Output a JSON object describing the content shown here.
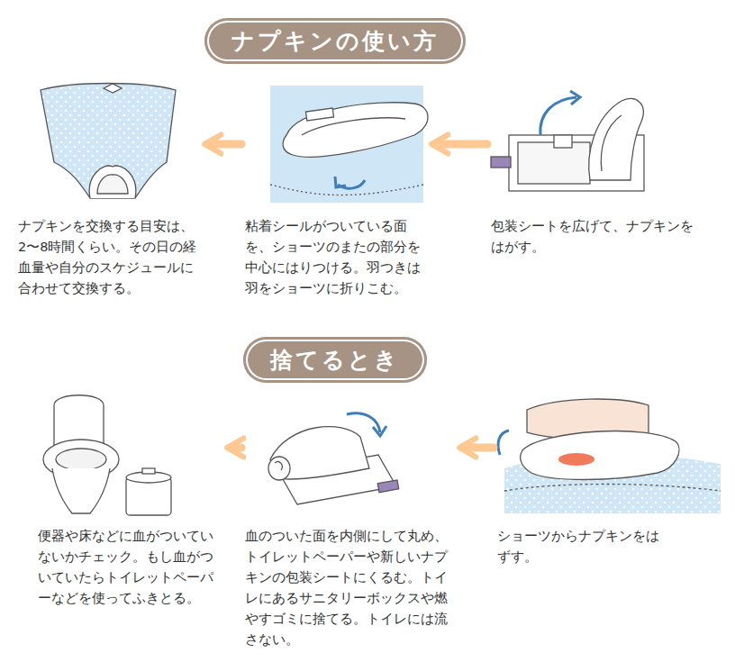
{
  "diagram": {
    "nodes": [
      {
        "text": [
          "ナプキンの使い方"
        ]
      },
      {
        "text": [
          "包装シートを広げて、ナプキンをはがす。"
        ]
      },
      {
        "text": [
          "粘着シールがついている面を、ショーツのまたの部分を中心にはりつける。羽つきは羽をショーツに折りこむ。"
        ]
      },
      {
        "text": [
          "ナプキンを交換する目安は、2〜8時間くらい。その日の経血量や自分のスケジュールに合わせて交換する。"
        ]
      },
      {
        "text": [
          "捨てるとき"
        ]
      },
      {
        "text": [
          "ショーツからナプキンをはずす。"
        ]
      },
      {
        "text": [
          "血のついた面を内側にして丸め、トイレットペーパーや新しいナプキンの包装シートにくるむ。トイレにあるサニタリーボックスや燃やすゴミに捨てる。トイレには流さない。"
        ]
      },
      {
        "text": [
          "便器や床などに血がついていないかチェック。もし血がついていたらトイレットペーパーなどを使ってふきとる。"
        ]
      }
    ],
    "edges": [
      {
        "from": 1,
        "to": 2,
        "arrow": "to"
      },
      {
        "from": 2,
        "to": 3,
        "arrow": "to"
      },
      {
        "from": 5,
        "to": 6,
        "arrow": "to"
      },
      {
        "from": 6,
        "to": 7,
        "arrow": "to"
      }
    ]
  }
}
